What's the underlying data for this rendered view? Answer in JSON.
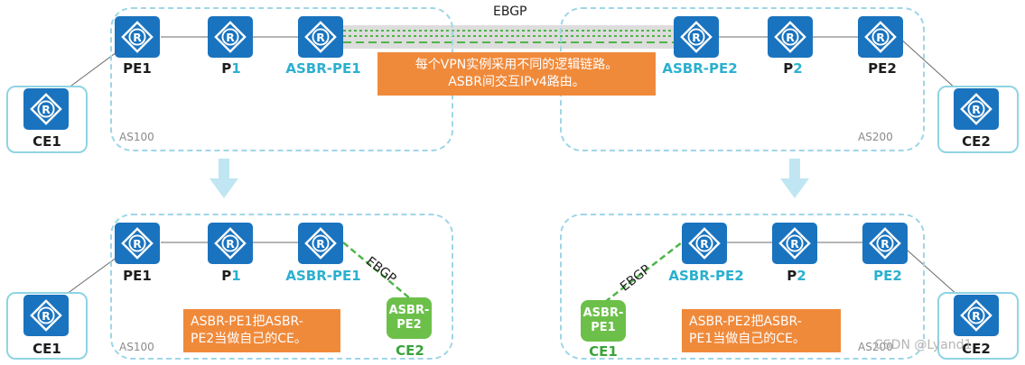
{
  "diagram": {
    "top": {
      "as100_label": "AS100",
      "as200_label": "AS200",
      "ebgp_label": "EBGP",
      "callout_line1": "每个VPN实例采用不同的逻辑链路。",
      "callout_line2": "ASBR间交互IPv4路由。",
      "nodes": {
        "ce1": "CE1",
        "pe1": "PE1",
        "p1_letter": "P",
        "p1_num": "1",
        "asbr_pe1": "ASBR-PE1",
        "asbr_pe2": "ASBR-PE2",
        "p2_letter": "P",
        "p2_num": "2",
        "pe2": "PE2",
        "ce2": "CE2"
      }
    },
    "bottom_left": {
      "as_label": "AS100",
      "ebgp_label": "EBGP",
      "callout_line1": "ASBR-PE1把ASBR-",
      "callout_line2": "PE2当做自己的CE。",
      "green_node_line1": "ASBR-",
      "green_node_line2": "PE2",
      "green_node_label": "CE2",
      "nodes": {
        "ce1": "CE1",
        "pe1": "PE1",
        "p1_letter": "P",
        "p1_num": "1",
        "asbr_pe1": "ASBR-PE1"
      }
    },
    "bottom_right": {
      "as_label": "AS200",
      "ebgp_label": "EBGP",
      "callout_line1": "ASBR-PE2把ASBR-",
      "callout_line2": "PE1当做自己的CE。",
      "green_node_line1": "ASBR-",
      "green_node_line2": "PE1",
      "green_node_label": "CE1",
      "nodes": {
        "asbr_pe2": "ASBR-PE2",
        "p2_letter": "P",
        "p2_num": "2",
        "pe2": "PE2",
        "ce2": "CE2"
      }
    },
    "watermark": "CSDN @Lyand1",
    "colors": {
      "router_blue": "#1a73be",
      "label_cyan": "#2bb0cf",
      "callout_orange": "#f08a3b",
      "ebgp_green": "#6cc04a",
      "box_dashed": "#9ed6e6"
    }
  }
}
